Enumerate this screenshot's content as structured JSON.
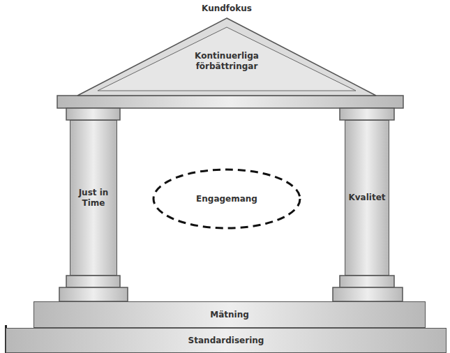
{
  "diagram": {
    "nodes": [
      {
        "text": [
          "Kontinuerliga förbättringar"
        ]
      },
      {
        "text": [
          "Just in Time"
        ]
      },
      {
        "text": [
          "Engagemang"
        ]
      },
      {
        "text": [
          "Kvalitet"
        ]
      },
      {
        "text": [
          "Mätning"
        ]
      },
      {
        "text": [
          "Standardisering"
        ]
      }
    ],
    "labels": [
      "Kundfokus"
    ]
  }
}
